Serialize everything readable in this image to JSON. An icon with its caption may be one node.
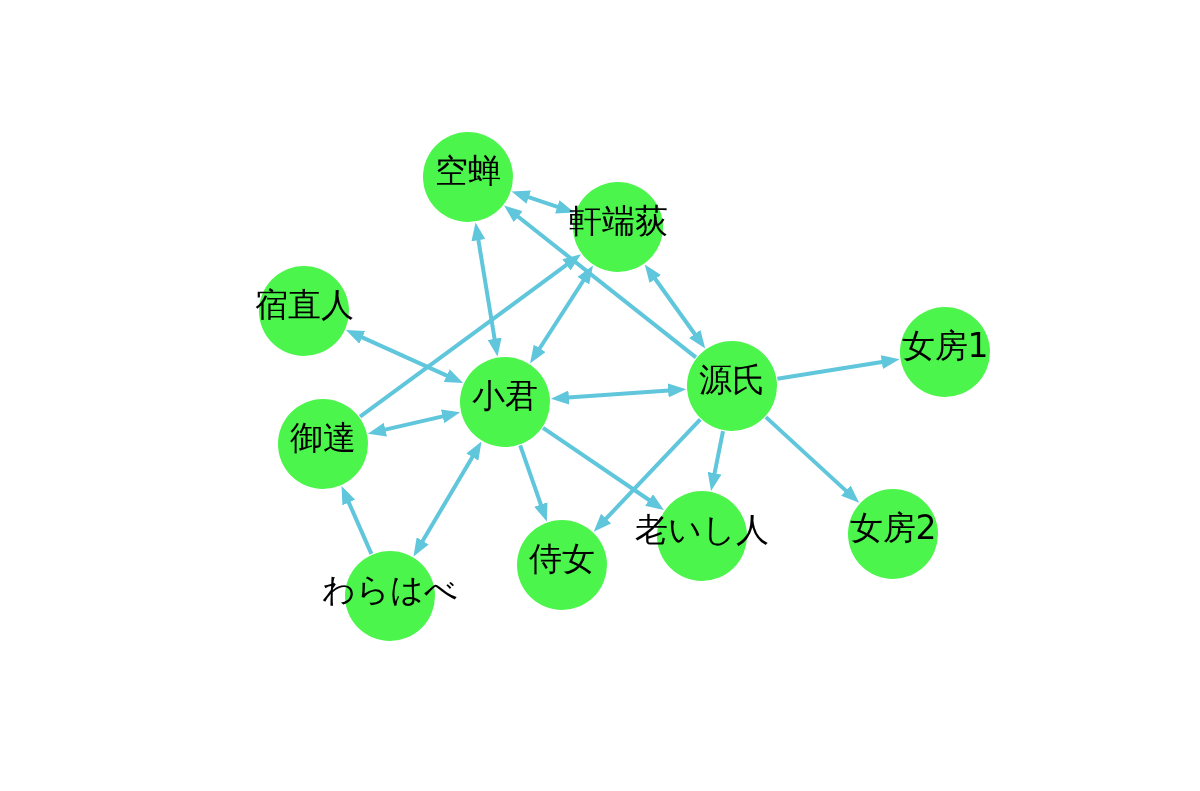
{
  "diagram": {
    "nodes": [
      {
        "text": [
          "空蝉"
        ]
      },
      {
        "text": [
          "軒端荻"
        ]
      },
      {
        "text": [
          "宿直人"
        ]
      },
      {
        "text": [
          "小君"
        ]
      },
      {
        "text": [
          "源氏"
        ]
      },
      {
        "text": [
          "女房1"
        ]
      },
      {
        "text": [
          "御達"
        ]
      },
      {
        "text": [
          "老いし人"
        ]
      },
      {
        "text": [
          "女房2"
        ]
      },
      {
        "text": [
          "侍女"
        ]
      },
      {
        "text": [
          "わらはべ"
        ]
      }
    ],
    "edges": [
      {
        "from": 0,
        "to": 1,
        "arrow": "both"
      },
      {
        "from": 4,
        "to": 0,
        "arrow": "to"
      },
      {
        "from": 0,
        "to": 3,
        "arrow": "both"
      },
      {
        "from": 1,
        "to": 4,
        "arrow": "both"
      },
      {
        "from": 1,
        "to": 3,
        "arrow": "both"
      },
      {
        "from": 6,
        "to": 1,
        "arrow": "to"
      },
      {
        "from": 2,
        "to": 3,
        "arrow": "both"
      },
      {
        "from": 3,
        "to": 4,
        "arrow": "both"
      },
      {
        "from": 6,
        "to": 3,
        "arrow": "both"
      },
      {
        "from": 10,
        "to": 3,
        "arrow": "both"
      },
      {
        "from": 10,
        "to": 6,
        "arrow": "to"
      },
      {
        "from": 3,
        "to": 9,
        "arrow": "to"
      },
      {
        "from": 3,
        "to": 7,
        "arrow": "to"
      },
      {
        "from": 4,
        "to": 5,
        "arrow": "to"
      },
      {
        "from": 4,
        "to": 8,
        "arrow": "to"
      },
      {
        "from": 4,
        "to": 7,
        "arrow": "to"
      },
      {
        "from": 4,
        "to": 9,
        "arrow": "to"
      }
    ]
  }
}
